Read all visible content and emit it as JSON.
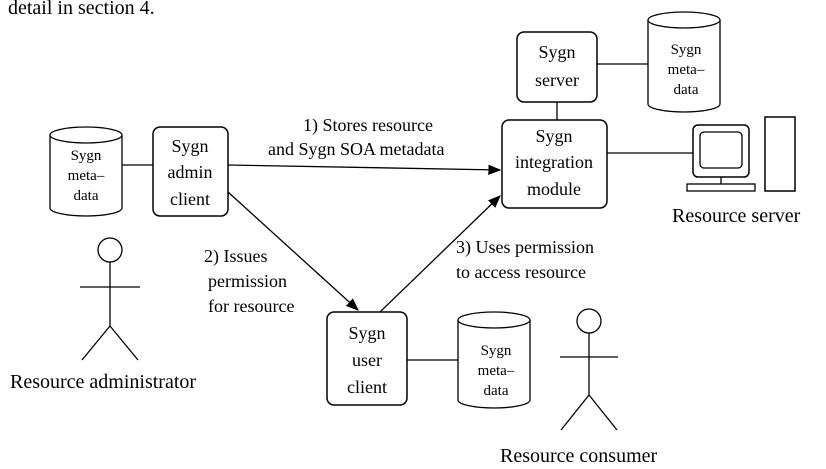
{
  "top_text": "detail in section 4.",
  "nodes": {
    "admin_client": [
      "Sygn",
      "admin",
      "client"
    ],
    "server": [
      "Sygn",
      "server"
    ],
    "integration_module": [
      "Sygn",
      "integration",
      "module"
    ],
    "user_client": [
      "Sygn",
      "user",
      "client"
    ]
  },
  "databases": {
    "left": [
      "Sygn",
      "meta–",
      "data"
    ],
    "top": [
      "Sygn",
      "meta–",
      "data"
    ],
    "bottom": [
      "Sygn",
      "meta–",
      "data"
    ]
  },
  "edges": {
    "stores": [
      "1) Stores resource",
      "and Sygn SOA metadata"
    ],
    "issues": [
      "2) Issues",
      "permission",
      "for resource"
    ],
    "uses": [
      "3) Uses permission",
      "to access resource"
    ]
  },
  "actors": {
    "administrator": "Resource administrator",
    "consumer": "Resource consumer",
    "resource_server": "Resource server"
  }
}
